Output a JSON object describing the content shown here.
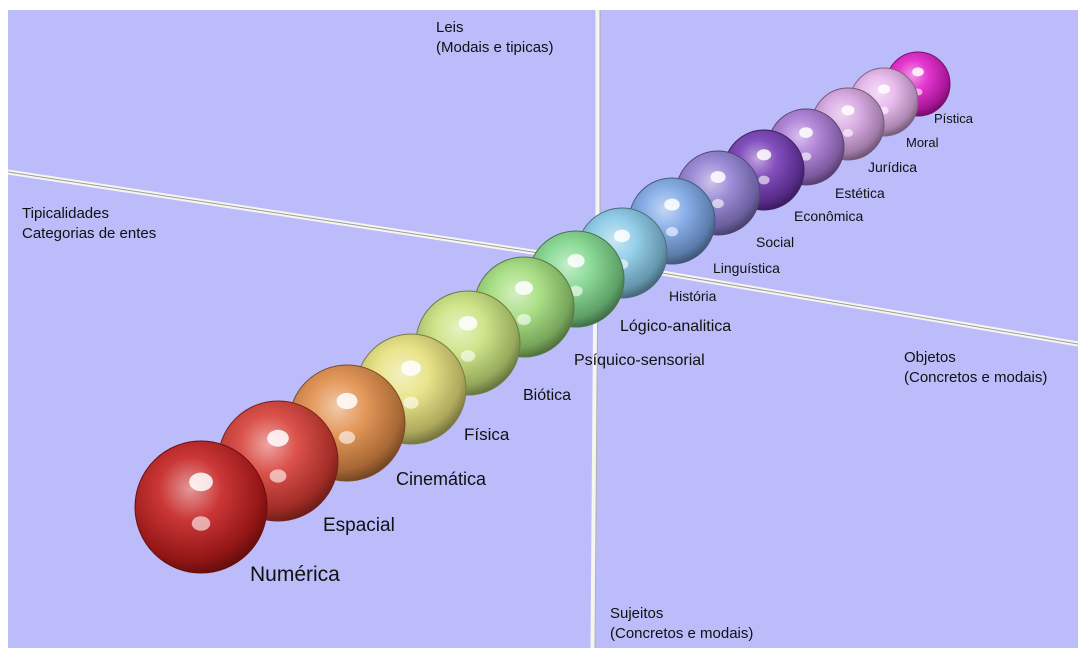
{
  "axes": {
    "up": {
      "line1": "Leis",
      "line2": "(Modais e tipicas)"
    },
    "left": {
      "line1": "Tipicalidades",
      "line2": "Categorias de entes"
    },
    "right": {
      "line1": "Objetos",
      "line2": "(Concretos e modais)"
    },
    "down": {
      "line1": "Sujeitos",
      "line2": "(Concretos e modais)"
    }
  },
  "spheres": [
    {
      "label": "Numérica",
      "color": "#c41c1c"
    },
    {
      "label": "Espacial",
      "color": "#d63a32"
    },
    {
      "label": "Cinemática",
      "color": "#e08a45"
    },
    {
      "label": "Física",
      "color": "#e6e07a"
    },
    {
      "label": "Biótica",
      "color": "#c8e27a"
    },
    {
      "label": "Psíquico-sensorial",
      "color": "#9fdc78"
    },
    {
      "label": "Lógico-analitica",
      "color": "#7ed68a"
    },
    {
      "label": "História",
      "color": "#86c8e6"
    },
    {
      "label": "Linguística",
      "color": "#7ba6e6"
    },
    {
      "label": "Social",
      "color": "#8f7fd2"
    },
    {
      "label": "Econômica",
      "color": "#7238b4"
    },
    {
      "label": "Estética",
      "color": "#a778d4"
    },
    {
      "label": "Jurídica",
      "color": "#d6a4e0"
    },
    {
      "label": "Moral",
      "color": "#e6b4ec"
    },
    {
      "label": "Pística",
      "color": "#e01cc8"
    }
  ],
  "colors": {
    "background": "#bcbcfa",
    "axis": "#f6f6f0"
  }
}
